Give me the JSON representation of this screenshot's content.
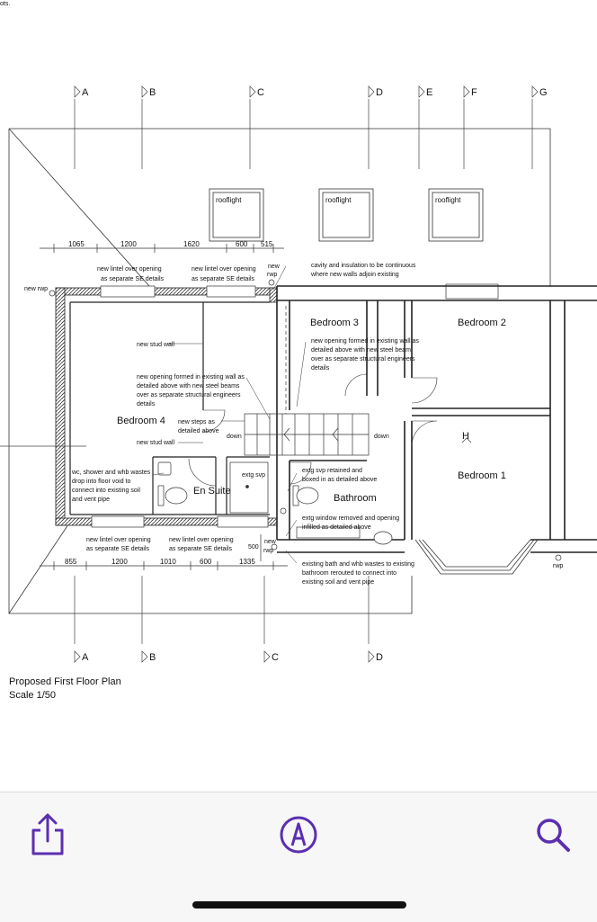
{
  "corner_text": "ots.",
  "plan": {
    "title": "Proposed First Floor Plan",
    "scale": "Scale 1/50",
    "section_labels_top": [
      "A",
      "B",
      "C",
      "D",
      "E",
      "F",
      "G"
    ],
    "section_labels_bottom": [
      "A",
      "B",
      "C",
      "D"
    ],
    "rooflight_label": "rooflight",
    "dims_top": [
      "1065",
      "1200",
      "1620",
      "600",
      "515"
    ],
    "dims_bottom": [
      "855",
      "1200",
      "1010",
      "600",
      "1335"
    ],
    "dim_vertical": "500",
    "rooms": {
      "bedroom4": "Bedroom 4",
      "bedroom3": "Bedroom 3",
      "bedroom2": "Bedroom 2",
      "bedroom1": "Bedroom 1",
      "ensuite": "En Suite",
      "bathroom": "Bathroom"
    },
    "marks": {
      "down1": "down",
      "down2": "down",
      "h": "H",
      "rwp": "rwp",
      "new_rwp_left": "new rwp",
      "new_rwp_top_1": "new",
      "new_rwp_top_2": "rwp",
      "new_rwp_bot_1": "new",
      "new_rwp_bot_2": "rwp",
      "extg_svp": "extg svp"
    },
    "notes": {
      "lintel_top1_a": "new lintel over opening",
      "lintel_top1_b": "as separate SE details",
      "lintel_top2_a": "new lintel over opening",
      "lintel_top2_b": "as separate SE details",
      "cavity_a": "cavity and insulation to be continuous",
      "cavity_b": "where new walls adjoin existing",
      "stud1": "new stud wall",
      "stud2": "new stud wall",
      "opening1_a": "new opening formed in existing wall as",
      "opening1_b": "detailed above with new steel beam",
      "opening1_c": "over as separate structural engineers",
      "opening1_d": "details",
      "opening2_a": "new opening formed in existing wall as",
      "opening2_b": "detailed above with new steel beams",
      "opening2_c": "over as separate structural engineers",
      "opening2_d": "details",
      "steps_a": "new steps as",
      "steps_b": "detailed above",
      "wc_a": "wc, shower and whb wastes",
      "wc_b": "drop into floor void to",
      "wc_c": "connect into existing soil",
      "wc_d": "and vent pipe",
      "svp_a": "extg svp retained and",
      "svp_b": "boxed in as detailed above",
      "window_a": "extg window removed and opening",
      "window_b": "infilled as detailed above",
      "lintel_bot1_a": "new lintel over opening",
      "lintel_bot1_b": "as separate SE details",
      "lintel_bot2_a": "new lintel over opening",
      "lintel_bot2_b": "as separate SE details",
      "bath_a": "existing bath and whb wastes to existing",
      "bath_b": "bathroom rerouted to connect into",
      "bath_c": "existing soil and vent pipe"
    }
  },
  "toolbar": {
    "share_icon": "share-icon",
    "markup_icon": "markup-icon",
    "search_icon": "search-icon",
    "accent_color": "#5b2fb0"
  }
}
